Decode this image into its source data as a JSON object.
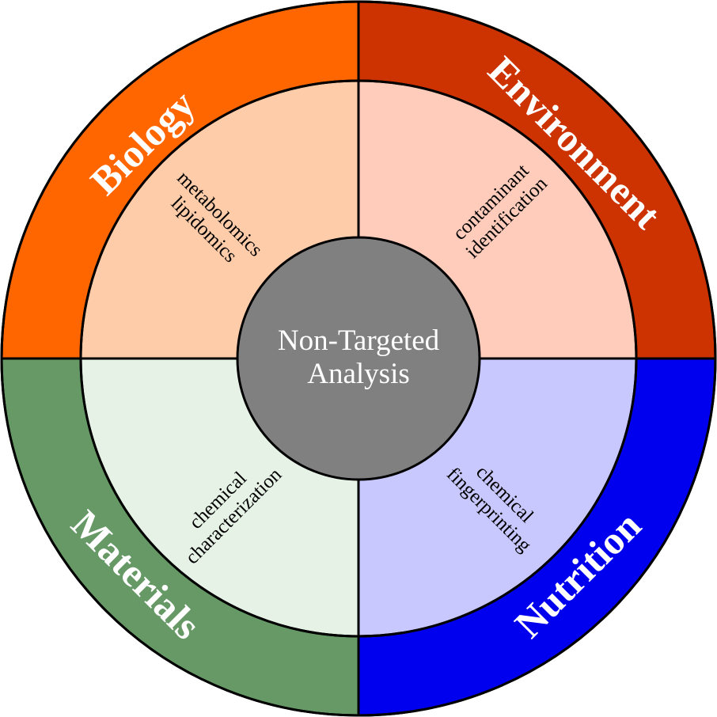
{
  "center": {
    "line1": "Non-Targeted",
    "line2": "Analysis",
    "color": "#808080"
  },
  "quadrants": [
    {
      "key": "biology",
      "title": "Biology",
      "outer_color": "#FF6600",
      "inner_color": "#FFCCAA",
      "lines": [
        "metabolomics",
        "lipidomics"
      ]
    },
    {
      "key": "environment",
      "title": "Environment",
      "outer_color": "#CC3300",
      "inner_color": "#FFCCBB",
      "lines": [
        "contaminant",
        "identification"
      ]
    },
    {
      "key": "materials",
      "title": "Materials",
      "outer_color": "#669966",
      "inner_color": "#E6F2E6",
      "lines": [
        "chemical",
        "characterization"
      ]
    },
    {
      "key": "nutrition",
      "title": "Nutrition",
      "outer_color": "#0000EE",
      "inner_color": "#C8C8FF",
      "lines": [
        "chemical",
        "fingerprinting"
      ]
    }
  ]
}
